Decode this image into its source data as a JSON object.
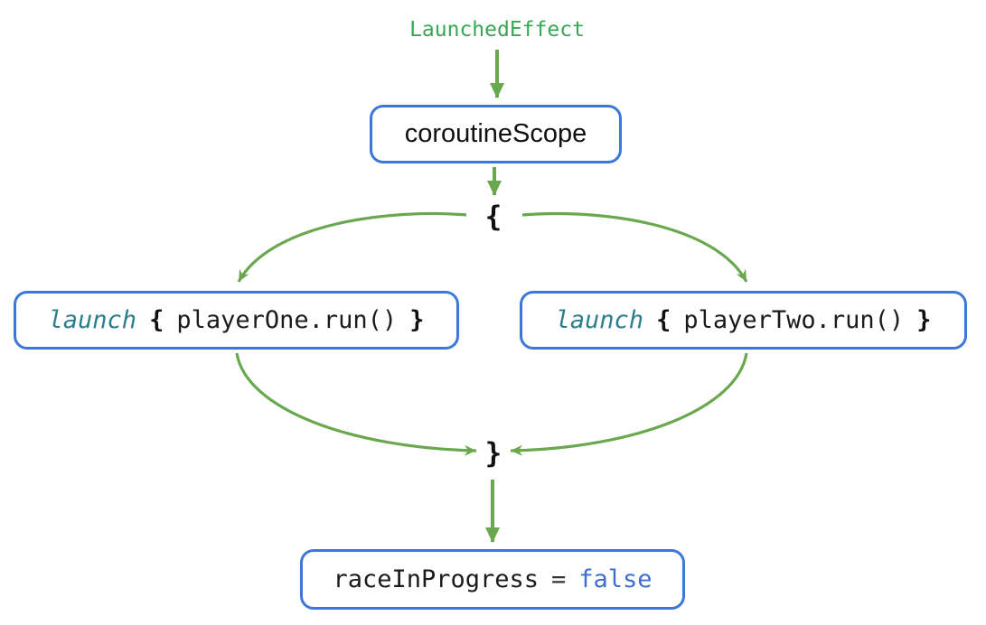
{
  "diagram": {
    "title": "LaunchedEffect",
    "nodes": {
      "scope": {
        "label": "coroutineScope"
      },
      "brace_open": "{",
      "brace_close": "}",
      "launch_one": {
        "keyword": "launch",
        "brace_open": "{",
        "code": "playerOne.run()",
        "brace_close": "}"
      },
      "launch_two": {
        "keyword": "launch",
        "brace_open": "{",
        "code": "playerTwo.run()",
        "brace_close": "}"
      },
      "result": {
        "code": "raceInProgress",
        "operator": "=",
        "value": "false"
      }
    },
    "edges": [
      "launchedeffect-to-coroutinescope",
      "coroutinescope-to-open-brace",
      "open-brace-to-launch-one",
      "open-brace-to-launch-two",
      "launch-one-to-close-brace",
      "launch-two-to-close-brace",
      "close-brace-to-result"
    ],
    "colors": {
      "arrow_green": "#6aa84f",
      "title_green": "#34a853",
      "border_blue": "#3c78d8",
      "keyword_teal": "#2b7e8c",
      "value_blue": "#3e6fd0",
      "code_black": "#1b1b1b",
      "background": "#ffffff"
    }
  }
}
